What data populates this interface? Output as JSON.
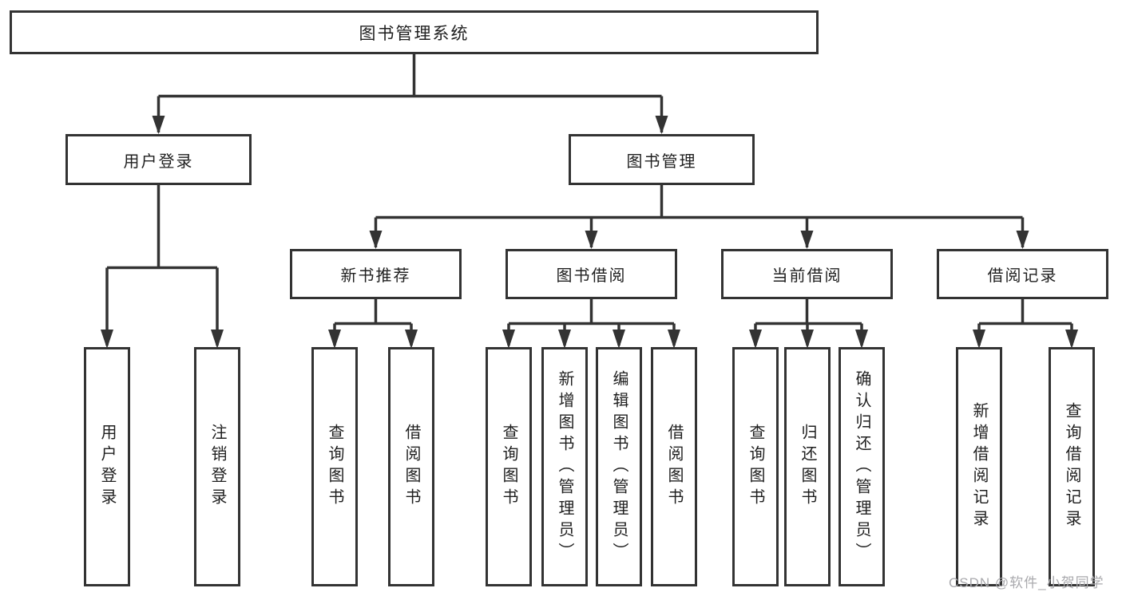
{
  "tree": {
    "root": "图书管理系统",
    "branches": [
      {
        "label": "用户登录",
        "children": [
          "用户登录",
          "注销登录"
        ]
      },
      {
        "label": "图书管理",
        "children": [
          {
            "label": "新书推荐",
            "children": [
              "查询图书",
              "借阅图书"
            ]
          },
          {
            "label": "图书借阅",
            "children": [
              "查询图书",
              "新增图书（管理员）",
              "编辑图书（管理员）",
              "借阅图书"
            ]
          },
          {
            "label": "当前借阅",
            "children": [
              "查询图书",
              "归还图书",
              "确认归还（管理员）"
            ]
          },
          {
            "label": "借阅记录",
            "children": [
              "新增借阅记录",
              "查询借阅记录"
            ]
          }
        ]
      }
    ]
  },
  "colors": {
    "line": "#333333",
    "box_border": "#333333",
    "text": "#1f1f1f",
    "watermark": "#a9a9ad",
    "background": "#ffffff"
  },
  "watermark": "CSDN @软件_小贺同学"
}
